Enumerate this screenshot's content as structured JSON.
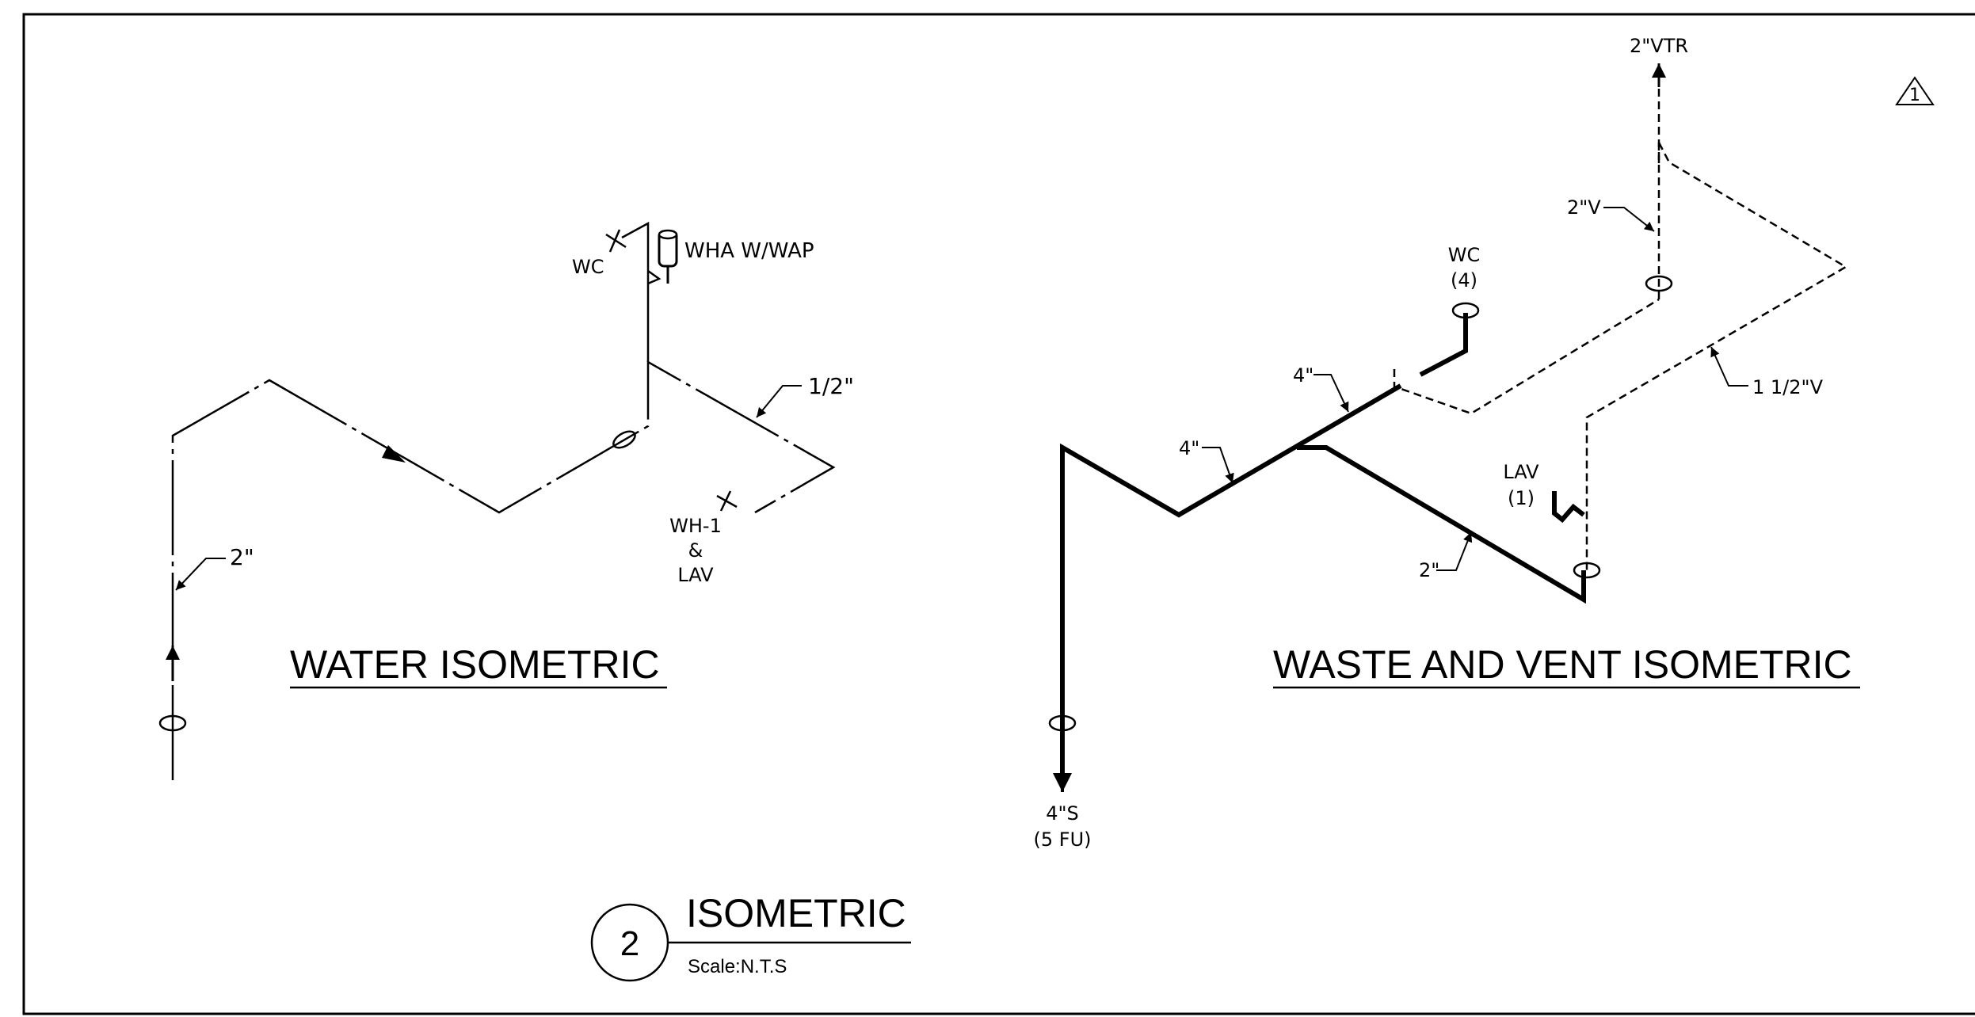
{
  "water": {
    "title": "WATER ISOMETRIC",
    "labels": {
      "wc": "WC",
      "wha": "WHA  W/WAP",
      "half_inch": "1/2\"",
      "two_inch": "2\"",
      "wh1": "WH-1",
      "amp": "&",
      "lav": "LAV"
    }
  },
  "waste": {
    "title": "WASTE AND VENT ISOMETRIC",
    "labels": {
      "vtr": "2\"VTR",
      "vent_2": "2\"V",
      "wc": "WC",
      "wc_count": "(4)",
      "four_a": "4\"",
      "four_b": "4\"",
      "vent_1half": "1  1/2\"V",
      "lav": "LAV",
      "lav_count": "(1)",
      "two_inch": "2\"",
      "sewer": "4\"S",
      "fu": "(5  FU)"
    }
  },
  "revision": {
    "number": "1"
  },
  "detail": {
    "number": "2",
    "title": "ISOMETRIC",
    "scale": "Scale:N.T.S"
  }
}
